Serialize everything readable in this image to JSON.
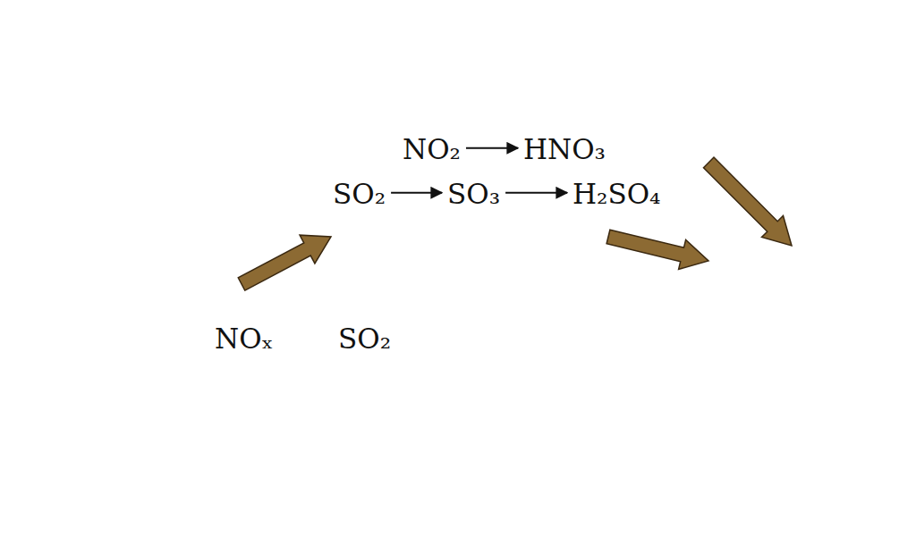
{
  "diagram": {
    "nodes": [
      {
        "text": [
          "NO₂",
          "HNO₃",
          "SO₂",
          "SO₃",
          "H₂SO₄"
        ]
      },
      {
        "text": [
          "NOₓ",
          "SO₂"
        ]
      }
    ],
    "edges": [
      {
        "from": 1,
        "to": 0,
        "arrow": "to"
      }
    ]
  }
}
